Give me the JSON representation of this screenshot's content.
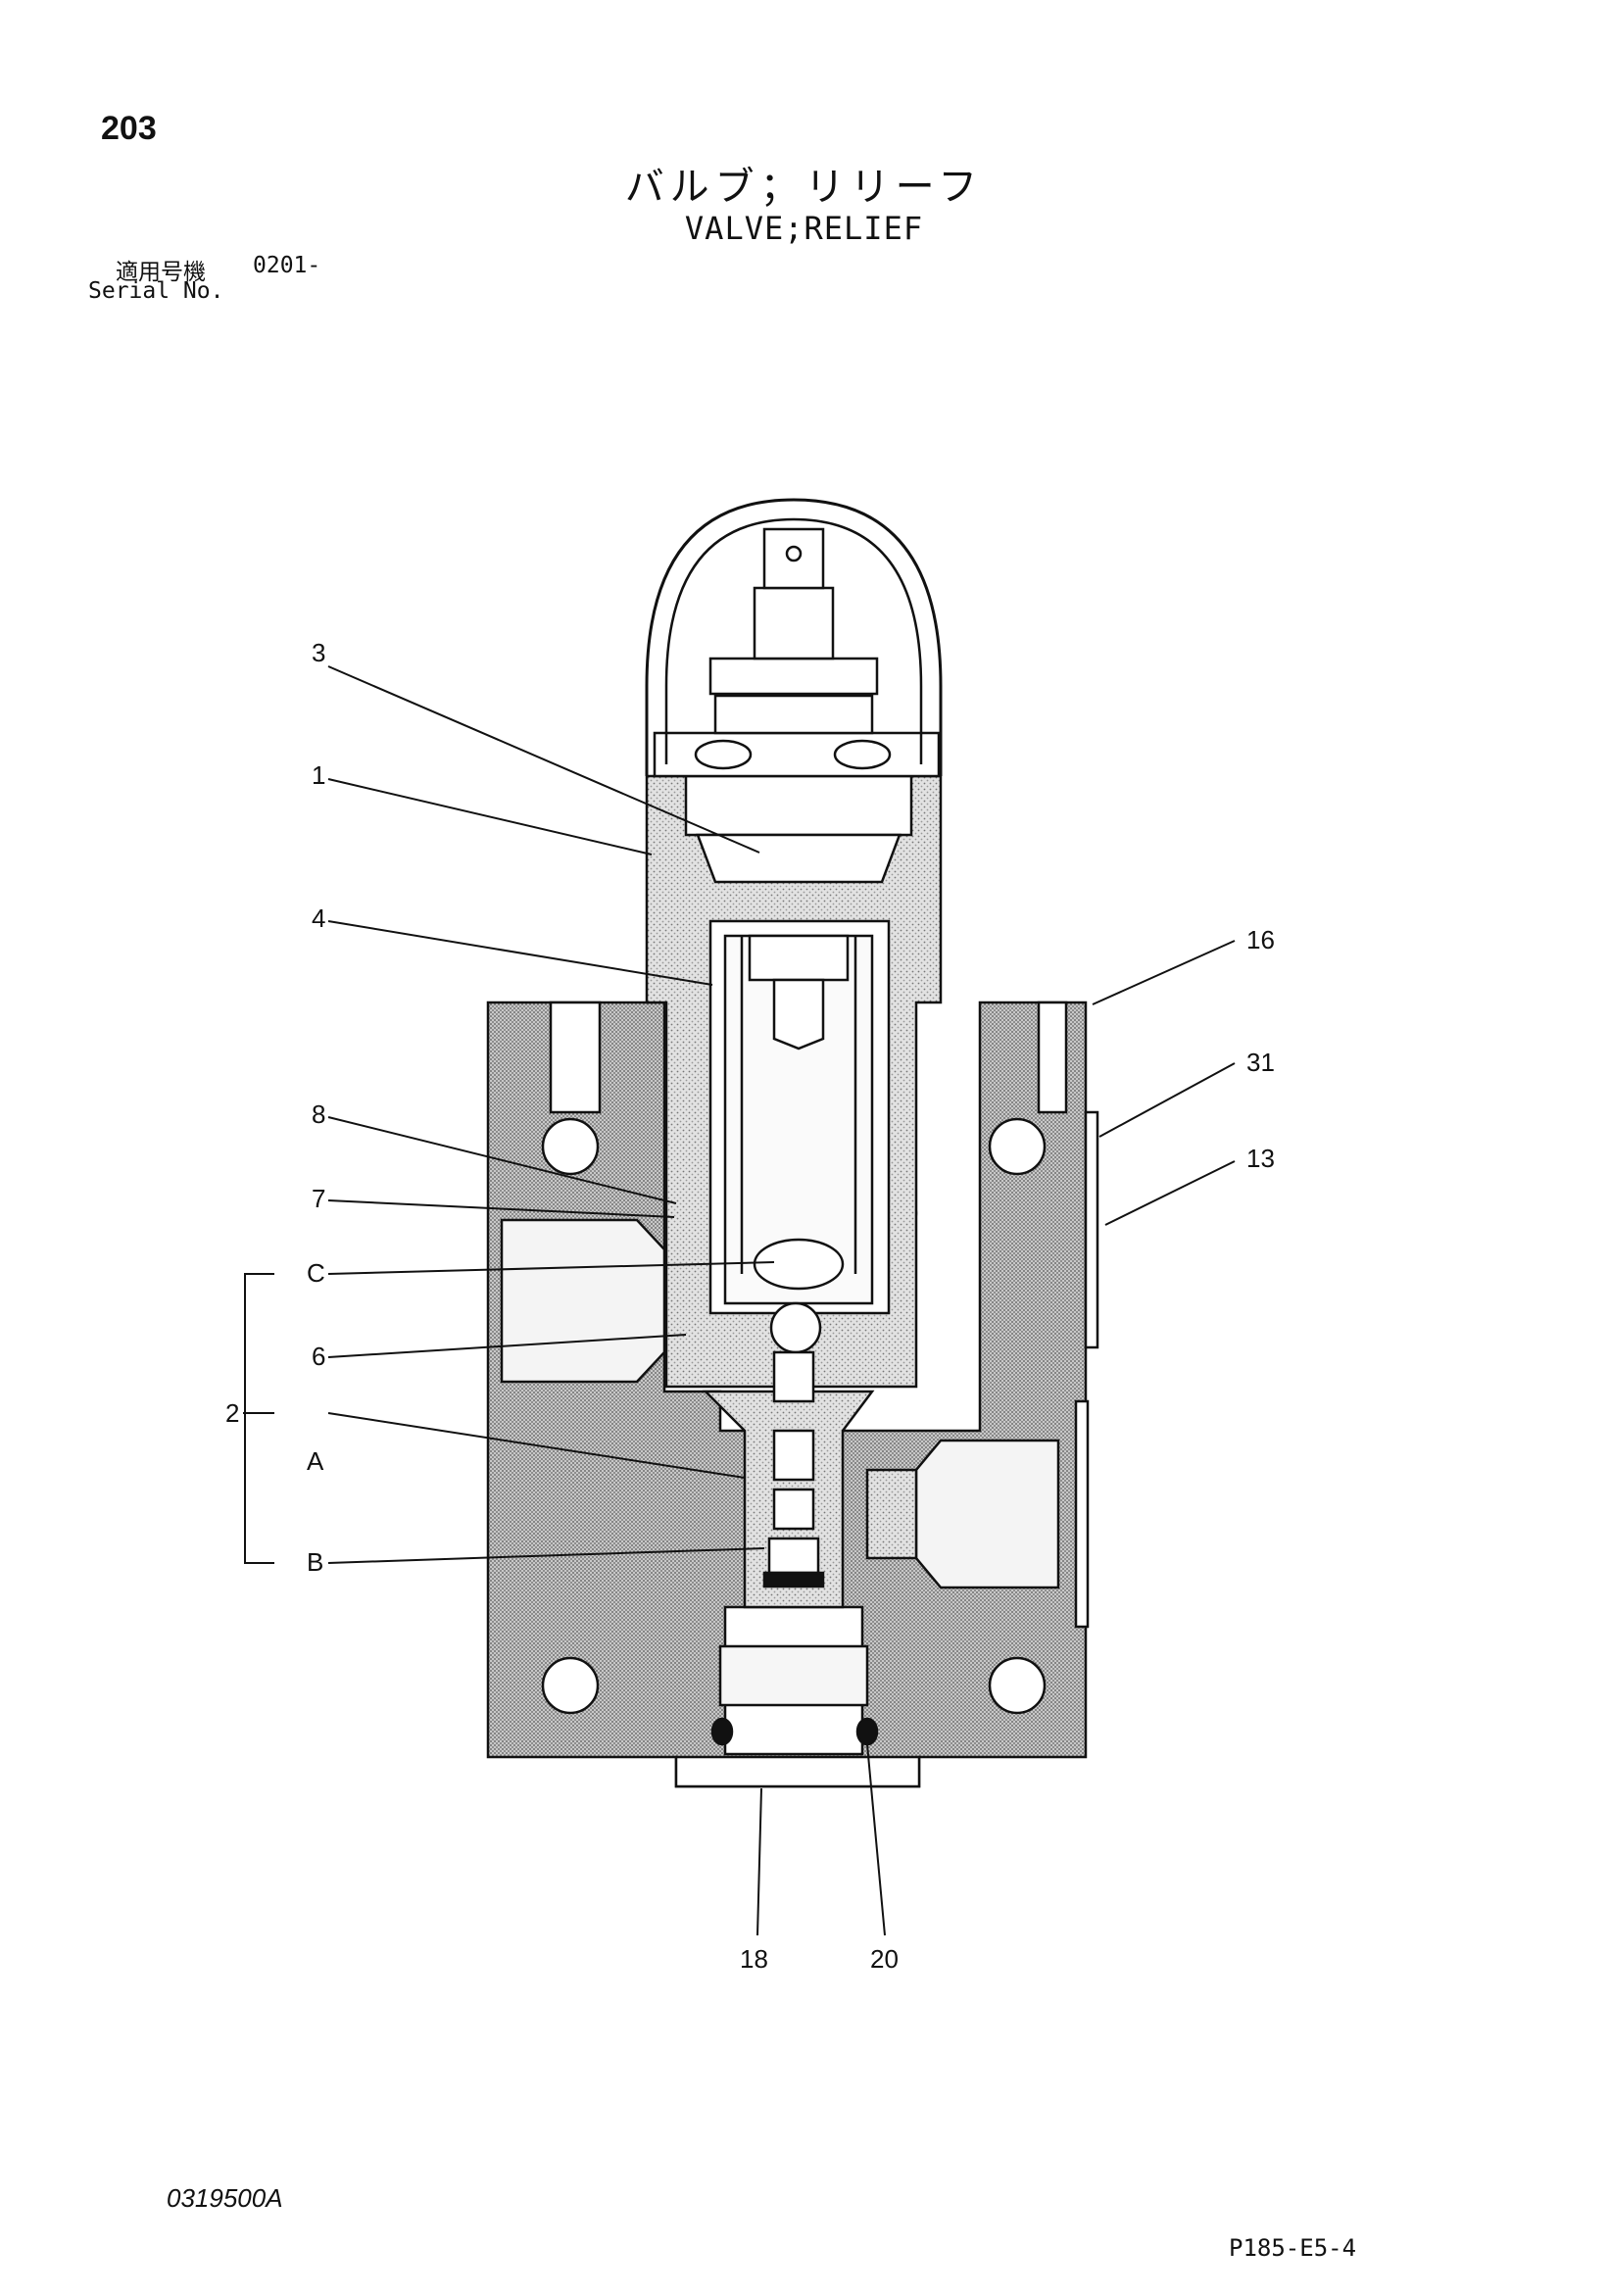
{
  "header": {
    "page_number": "203",
    "title_jp": "バルブ；リリーフ",
    "title_en": "VALVE;RELIEF",
    "serial_label_jp": "適用号機",
    "serial_value": "0201-",
    "serial_label_en": "Serial No."
  },
  "callouts": [
    "3",
    "1",
    "4",
    "16",
    "31",
    "8",
    "13",
    "7",
    "C",
    "6",
    "2",
    "A",
    "B",
    "18",
    "20"
  ],
  "footer": {
    "drawing_number": "0319500A",
    "page_ref": "P185-E5-4"
  }
}
